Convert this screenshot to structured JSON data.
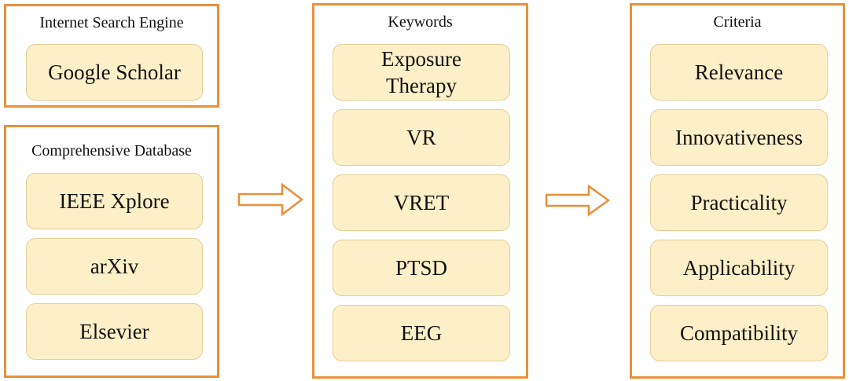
{
  "colors": {
    "group_border": "#e8903a",
    "pill_fill": "#fdf0c8",
    "pill_border": "#e3cf94",
    "arrow": "#e8903a"
  },
  "search_engine": {
    "title": "Internet Search Engine",
    "items": [
      "Google Scholar"
    ]
  },
  "database": {
    "title": "Comprehensive Database",
    "items": [
      "IEEE Xplore",
      "arXiv",
      "Elsevier"
    ]
  },
  "keywords": {
    "title": "Keywords",
    "items": [
      "Exposure\nTherapy",
      "VR",
      "VRET",
      "PTSD",
      "EEG"
    ]
  },
  "criteria": {
    "title": "Criteria",
    "items": [
      "Relevance",
      "Innovativeness",
      "Practicality",
      "Applicability",
      "Compatibility"
    ]
  },
  "arrows": [
    {
      "from": "sources",
      "to": "keywords",
      "icon": "right-arrow-icon"
    },
    {
      "from": "keywords",
      "to": "criteria",
      "icon": "right-arrow-icon"
    }
  ]
}
